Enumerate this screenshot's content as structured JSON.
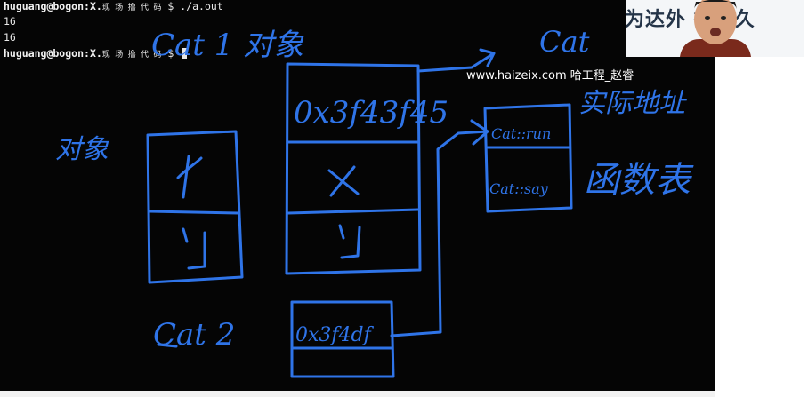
{
  "terminal": {
    "line1": {
      "user_host": "huguang@bogon",
      "path_prefix": ":X.",
      "path_cn": "现 场 撸 代 码",
      "prompt": " $ ",
      "command": "./a.out"
    },
    "output": [
      "16",
      "16"
    ],
    "line4": {
      "user_host": "huguang@bogon",
      "path_prefix": ":X.",
      "path_cn": "现 场 撸 代 码",
      "prompt": " $ "
    }
  },
  "watermark": "www.haizeix.com 哈工程_赵睿",
  "webcam": {
    "banner_text": "为达外  行好久"
  },
  "handwriting": {
    "cat1_object": "Cat 1 对象",
    "object_label": "对象",
    "x1": "x",
    "y1": "y",
    "vptr_value": "0x3f43f45",
    "x2": "x",
    "y2": "y",
    "cat2": "Cat 2",
    "cat2_vptr": "0x3f4df",
    "cat_class": "Cat",
    "concrete_addr": "实际地址",
    "func_table": "函数表",
    "entry_run": "Cat::run",
    "entry_say": "Cat::say"
  },
  "colors": {
    "ink": "#2f74e8",
    "terminal_bg": "#050505",
    "text": "#e8e8e8"
  }
}
